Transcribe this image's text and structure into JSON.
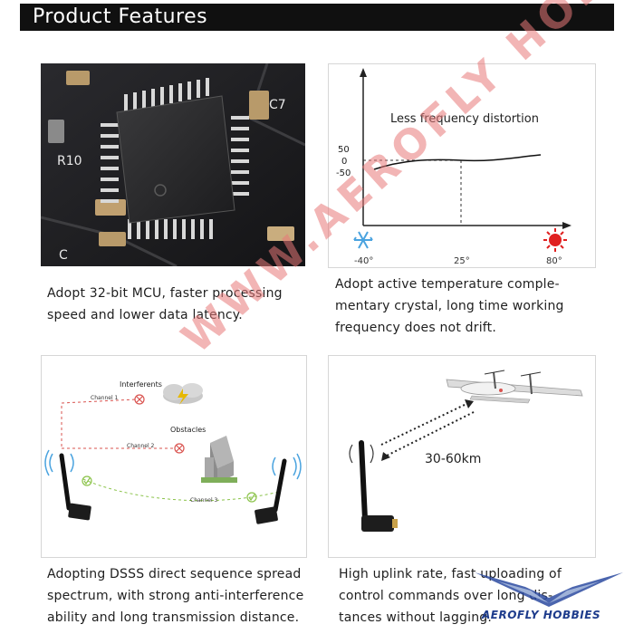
{
  "header": {
    "title": "Product Features"
  },
  "features": [
    {
      "caption_lines": [
        "Adopt 32-bit MCU, faster processing",
        "speed and lower data latency."
      ]
    },
    {
      "caption_lines": [
        "Adopt active temperature comple-",
        "mentary crystal, long time working",
        "frequency does not drift."
      ]
    },
    {
      "caption_lines": [
        "Adopting DSSS direct sequence spread",
        "spectrum, with strong anti-interference",
        "ability and long transmission distance."
      ]
    },
    {
      "caption_lines": [
        "High uplink rate, fast uploading of",
        "control commands over long dis-",
        "tances without lagging."
      ]
    }
  ],
  "chip_labels": {
    "r10": "R10",
    "c7": "C7",
    "c": "C"
  },
  "graph": {
    "title": "Less frequency distortion",
    "y_ticks": [
      "50",
      "0",
      "-50"
    ],
    "x_ticks": [
      "-40°",
      "25°",
      "80°"
    ]
  },
  "interference": {
    "interferents": "Interferents",
    "obstacles": "Obstacles",
    "channel1": "Channel 1",
    "channel2": "Channel 2",
    "channel3": "Channel 3"
  },
  "range": {
    "distance": "30-60km"
  },
  "watermark": "WWW.AEROFLY HOBBIES.COM",
  "logo": {
    "text": "AEROFLY HOBBIES"
  },
  "colors": {
    "banner": "#101010",
    "watermark": "#e07878",
    "ok_green": "#8bc34a",
    "fail_red": "#d9534f",
    "snow_blue": "#4aa3df",
    "heat_red": "#e02020",
    "logo_blue": "#1e3c8c"
  }
}
